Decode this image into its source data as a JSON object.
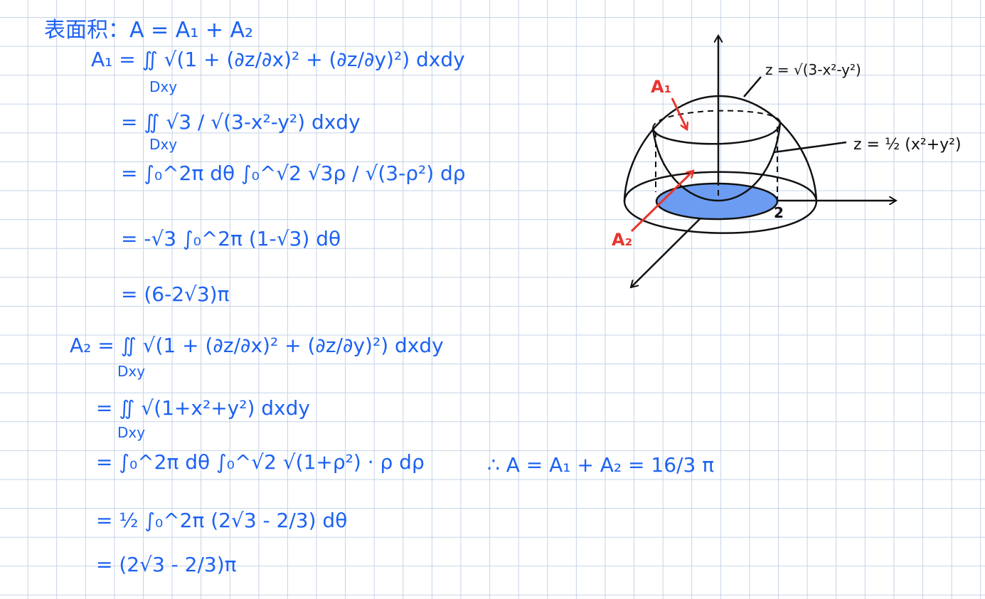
{
  "title_line": "表面积：A = A₁ + A₂",
  "a1": {
    "definition": "A₁ = ∬ √(1 + (∂z/∂x)² + (∂z/∂y)²) dxdy",
    "domain": "Dxy",
    "step1": "= ∬ √3 / √(3-x²-y²) dxdy",
    "domain2": "Dxy",
    "step2": "= ∫₀^2π dθ ∫₀^√2 √3ρ / √(3-ρ²) dρ",
    "step3": "= -√3 ∫₀^2π (1-√3) dθ",
    "step4": "= (6-2√3)π"
  },
  "a2": {
    "definition": "A₂ = ∬ √(1 + (∂z/∂x)² + (∂z/∂y)²) dxdy",
    "domain": "Dxy",
    "step1": "= ∬ √(1+x²+y²) dxdy",
    "domain2": "Dxy",
    "step2": "= ∫₀^2π dθ ∫₀^√2 √(1+ρ²) · ρ dρ",
    "step3": "= ½ ∫₀^2π (2√3 - 2/3) dθ",
    "step4": "= (2√3 - 2/3)π"
  },
  "conclusion": "∴ A = A₁ + A₂ = 16/3 π",
  "diagram": {
    "sphere_label": "z = √(3-x²-y²)",
    "paraboloid_label": "z = ½ (x²+y²)",
    "region_a1_label": "A₁",
    "region_a2_label": "A₂",
    "radius_tick": "2",
    "ink_color": "#1c62f2",
    "annotation_color": "#e8352e",
    "disk_fill": "#6b9cf2"
  }
}
